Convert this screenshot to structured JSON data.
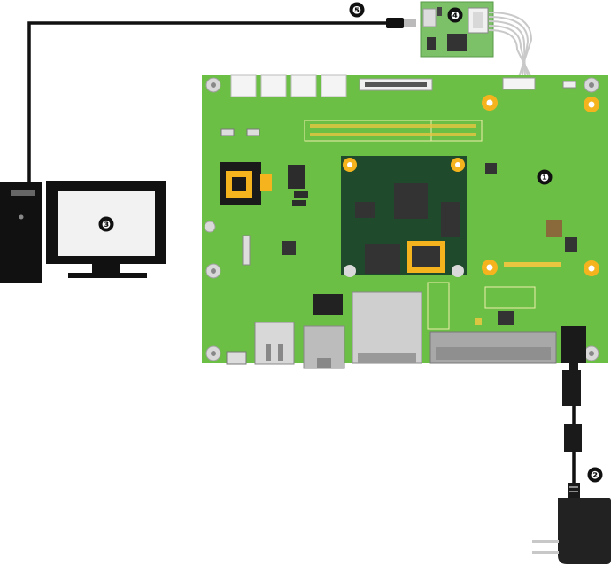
{
  "markers": {
    "board": "❶",
    "ac_adapter": "❷",
    "pc": "❸",
    "serial_board": "❹",
    "usb_cable": "❺"
  },
  "colors": {
    "pcb_green": "#6cbf45",
    "pcb_dark_green": "#1f4a2b",
    "cable_black": "#111111",
    "pcb_gold": "#f5b41e",
    "monitor_screen": "#f2f2f2"
  }
}
